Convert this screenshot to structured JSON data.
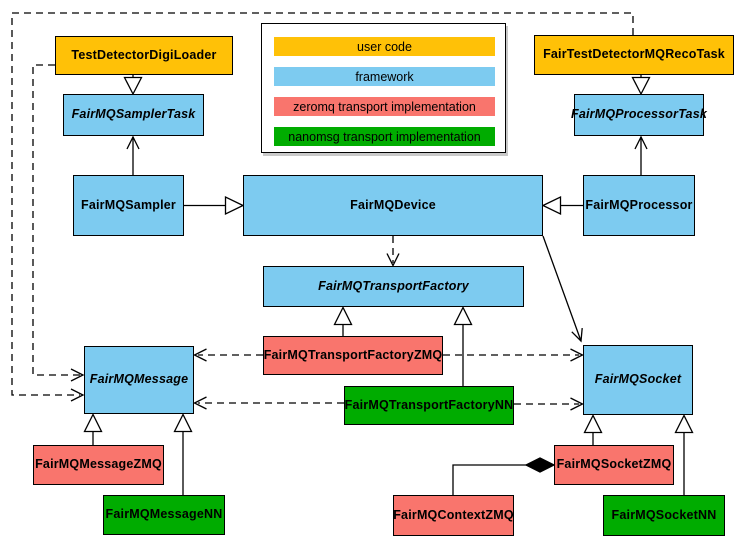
{
  "colors": {
    "user": "#FFC107",
    "framework": "#7DCBF0",
    "zeromq": "#F9756D",
    "nanomsg": "#00AC00",
    "line": "#000000"
  },
  "legend": {
    "items": [
      {
        "label": "user code",
        "color": "#FFC107"
      },
      {
        "label": "framework",
        "color": "#7DCBF0"
      },
      {
        "label": "zeromq transport implementation",
        "color": "#F9756D"
      },
      {
        "label": "nanomsg transport implementation",
        "color": "#00AC00"
      }
    ]
  },
  "nodes": {
    "digiLoader": {
      "label": "TestDetectorDigiLoader",
      "type": "user code",
      "abstract": false
    },
    "samplerTask": {
      "label": "FairMQSamplerTask",
      "type": "framework",
      "abstract": true
    },
    "sampler": {
      "label": "FairMQSampler",
      "type": "framework",
      "abstract": false
    },
    "device": {
      "label": "FairMQDevice",
      "type": "framework",
      "abstract": false
    },
    "recoTask": {
      "label": "FairTestDetectorMQRecoTask",
      "type": "user code",
      "abstract": false
    },
    "processorTask": {
      "label": "FairMQProcessorTask",
      "type": "framework",
      "abstract": true
    },
    "processor": {
      "label": "FairMQProcessor",
      "type": "framework",
      "abstract": false
    },
    "transportFactory": {
      "label": "FairMQTransportFactory",
      "type": "framework",
      "abstract": true
    },
    "transportFactoryZMQ": {
      "label": "FairMQTransportFactoryZMQ",
      "type": "zeromq transport",
      "abstract": false
    },
    "transportFactoryNN": {
      "label": "FairMQTransportFactoryNN",
      "type": "nanomsg transport",
      "abstract": false
    },
    "message": {
      "label": "FairMQMessage",
      "type": "framework",
      "abstract": true
    },
    "socket": {
      "label": "FairMQSocket",
      "type": "framework",
      "abstract": true
    },
    "messageZMQ": {
      "label": "FairMQMessageZMQ",
      "type": "zeromq transport",
      "abstract": false
    },
    "messageNN": {
      "label": "FairMQMessageNN",
      "type": "nanomsg transport",
      "abstract": false
    },
    "contextZMQ": {
      "label": "FairMQContextZMQ",
      "type": "zeromq transport",
      "abstract": false
    },
    "socketZMQ": {
      "label": "FairMQSocketZMQ",
      "type": "zeromq transport",
      "abstract": false
    },
    "socketNN": {
      "label": "FairMQSocketNN",
      "type": "nanomsg transport",
      "abstract": false
    }
  }
}
